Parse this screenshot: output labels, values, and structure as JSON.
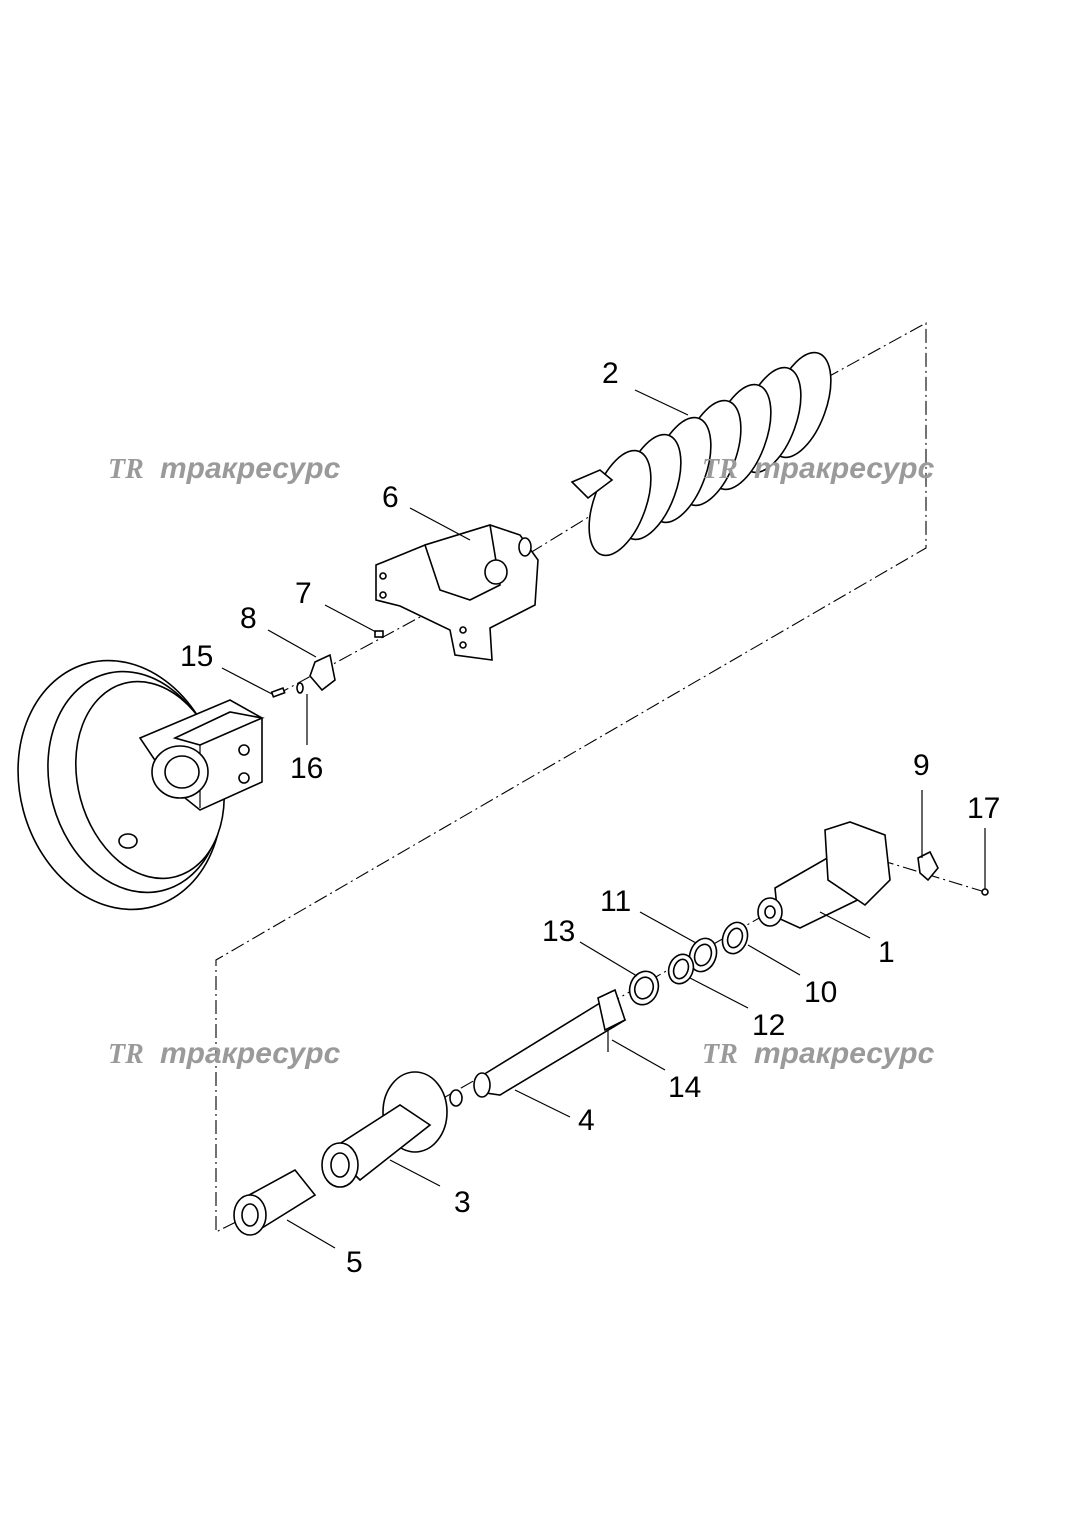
{
  "callouts": {
    "c1": "1",
    "c2": "2",
    "c3": "3",
    "c4": "4",
    "c5": "5",
    "c6": "6",
    "c7": "7",
    "c8": "8",
    "c9": "9",
    "c10": "10",
    "c11": "11",
    "c12": "12",
    "c13": "13",
    "c14": "14",
    "c15": "15",
    "c16": "16",
    "c17": "17"
  },
  "watermark": {
    "logo": "TR",
    "text": "тракресурс"
  }
}
